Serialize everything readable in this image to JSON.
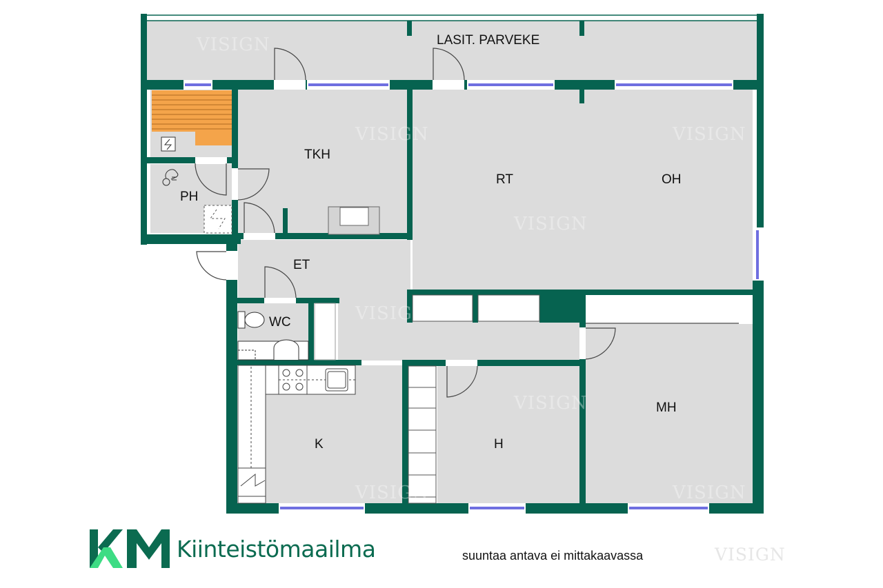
{
  "floorplan": {
    "colors": {
      "wall": "#066350",
      "floor": "#dcdcdc",
      "window": "#6f6fe0",
      "sauna": "#f4a44a",
      "text": "#111111"
    },
    "rooms": [
      {
        "id": "balcony",
        "label": "LASIT. PARVEKE"
      },
      {
        "id": "tkh",
        "label": "TKH"
      },
      {
        "id": "rt",
        "label": "RT"
      },
      {
        "id": "oh",
        "label": "OH"
      },
      {
        "id": "ph",
        "label": "PH"
      },
      {
        "id": "et",
        "label": "ET"
      },
      {
        "id": "wc",
        "label": "WC"
      },
      {
        "id": "k",
        "label": "K"
      },
      {
        "id": "h",
        "label": "H"
      },
      {
        "id": "mh",
        "label": "MH"
      }
    ],
    "watermark": "VISIGN"
  },
  "footer": {
    "logo_mark": "KM",
    "brand_name": "Kiinteistömaailma",
    "disclaimer": "suuntaa antava ei mittakaavassa",
    "watermark": "VISIGN"
  }
}
